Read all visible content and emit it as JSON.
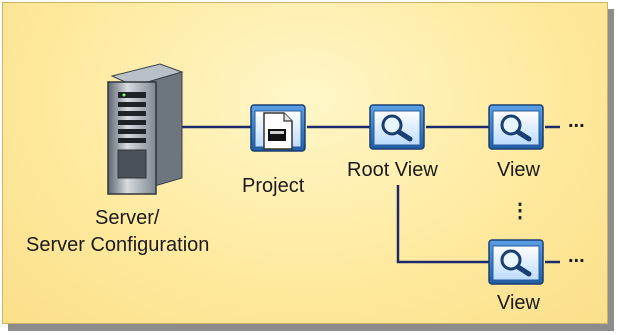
{
  "nodes": {
    "server": {
      "label_line1": "Server/",
      "label_line2": "Server Configuration"
    },
    "project": {
      "label": "Project"
    },
    "root_view": {
      "label": "Root View"
    },
    "view_top": {
      "label": "View"
    },
    "view_bottom": {
      "label": "View"
    }
  },
  "continuation": {
    "ellipsis_horizontal": "...",
    "ellipsis_vertical": "⋮"
  },
  "icons": {
    "server": "server-tower-icon",
    "project": "document-icon",
    "view": "magnifier-icon"
  },
  "colors": {
    "panel_fill": "#ffeaa0",
    "connector": "#1a2a6c",
    "window_frame": "#2f6fb6",
    "window_fill": "#dff0ff"
  }
}
